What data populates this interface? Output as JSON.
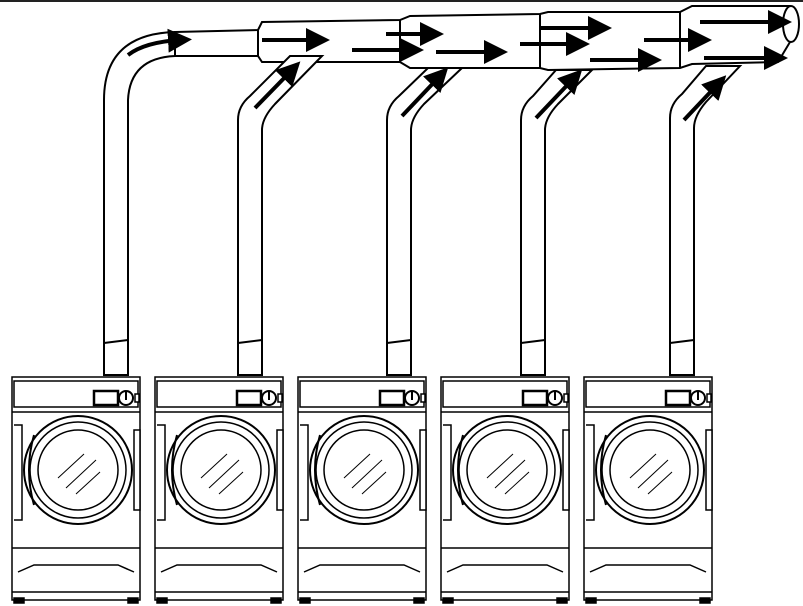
{
  "diagram": {
    "colors": {
      "line": "#000000",
      "fill": "#ffffff",
      "arrow": "#000000",
      "panel": "#f2f2f2"
    },
    "dryers": [
      {
        "id": 1,
        "knob_icon": "power-knob-icon"
      },
      {
        "id": 2,
        "knob_icon": "power-knob-icon"
      },
      {
        "id": 3,
        "knob_icon": "power-knob-icon"
      },
      {
        "id": 4,
        "knob_icon": "power-knob-icon"
      },
      {
        "id": 5,
        "knob_icon": "power-knob-icon"
      }
    ],
    "airflow": {
      "direction": "right",
      "arrow_count": 16
    }
  }
}
